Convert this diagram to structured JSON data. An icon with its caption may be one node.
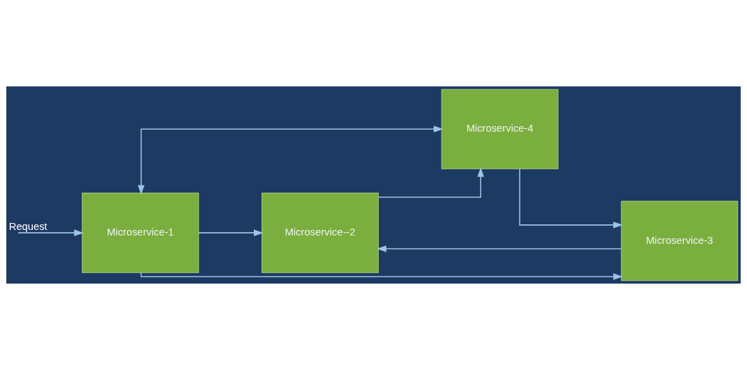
{
  "diagram": {
    "nodes": [
      {
        "text": [
          "Microservice--2"
        ]
      },
      {
        "text": [
          "Microservice-1"
        ]
      },
      {
        "text": [
          "Microservice-4"
        ]
      },
      {
        "text": [
          "Microservice-3"
        ]
      }
    ],
    "edges": [
      {
        "from": null,
        "to": 1,
        "arrow": "to",
        "label": "Request"
      },
      {
        "from": 1,
        "to": 0,
        "arrow": "to"
      },
      {
        "from": 0,
        "to": 2,
        "arrow": "to"
      },
      {
        "from": 1,
        "to": 2,
        "arrow": "both"
      },
      {
        "from": 3,
        "to": 0,
        "arrow": "to"
      },
      {
        "from": 1,
        "to": 3,
        "arrow": "to"
      },
      {
        "from": 2,
        "to": 3,
        "arrow": "to"
      }
    ]
  }
}
